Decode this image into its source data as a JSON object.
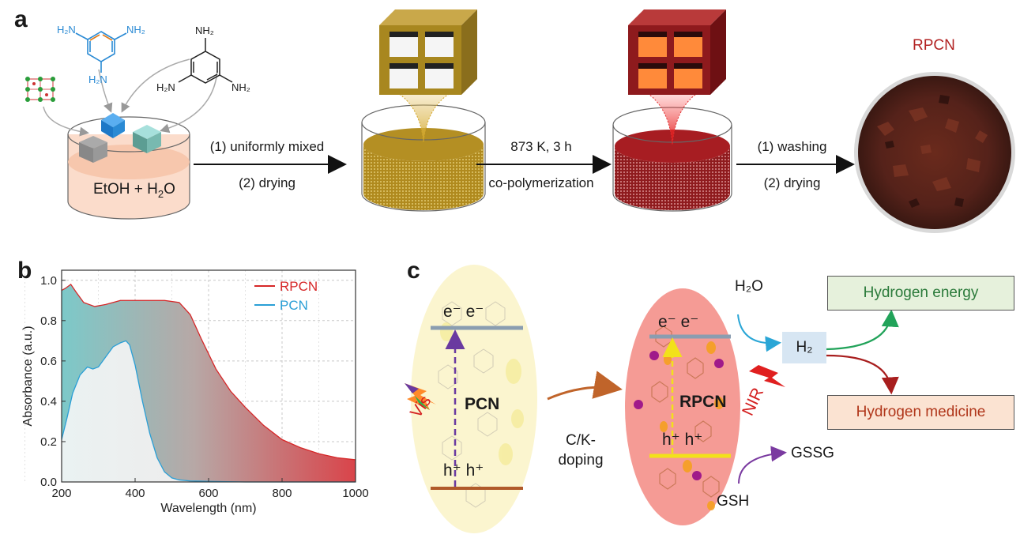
{
  "panel_a": {
    "letter": "a",
    "beaker1_label": "EtOH + H",
    "beaker1_sub": "2",
    "beaker1_tail": "O",
    "mol1": {
      "h2n_left": "H₂N",
      "nh2_right": "NH₂",
      "h2n_bottom": "H₂N"
    },
    "mol2": {
      "nh2_top": "NH₂",
      "h2n_left": "H₂N",
      "nh2_right": "NH₂"
    },
    "arrow1_top": "(1) uniformly mixed",
    "arrow1_bottom": "(2) drying",
    "arrow2_top": "873 K, 3 h",
    "arrow2_bottom": "co-polymerization",
    "arrow3_top": "(1) washing",
    "arrow3_bottom": "(2) drying",
    "product_label": "RPCN",
    "colors": {
      "product_label": "#b22222",
      "blue_mol": "#2a8ad4"
    }
  },
  "panel_b": {
    "letter": "b"
  },
  "chart_data": {
    "type": "area",
    "xlabel": "Wavelength (nm)",
    "ylabel": "Absorbance (a.u.)",
    "xlim": [
      200,
      1000
    ],
    "ylim": [
      0,
      1.05
    ],
    "xticks": [
      "200",
      "400",
      "600",
      "800",
      "1000"
    ],
    "yticks": [
      "0.0",
      "0.2",
      "0.4",
      "0.6",
      "0.8",
      "1.0"
    ],
    "grid": true,
    "legend_position": "top-right",
    "series": [
      {
        "name": "RPCN",
        "color": "#d62728",
        "x": [
          200,
          210,
          225,
          240,
          260,
          290,
          320,
          360,
          400,
          440,
          480,
          520,
          550,
          580,
          620,
          660,
          700,
          750,
          800,
          850,
          900,
          950,
          1000
        ],
        "y": [
          0.95,
          0.96,
          0.98,
          0.94,
          0.89,
          0.87,
          0.88,
          0.9,
          0.9,
          0.9,
          0.9,
          0.89,
          0.83,
          0.71,
          0.56,
          0.45,
          0.37,
          0.28,
          0.21,
          0.17,
          0.14,
          0.12,
          0.11
        ]
      },
      {
        "name": "PCN",
        "color": "#2a9fd6",
        "x": [
          200,
          215,
          230,
          250,
          270,
          285,
          300,
          320,
          340,
          360,
          375,
          385,
          400,
          420,
          440,
          460,
          480,
          500,
          520,
          550,
          600,
          700,
          800,
          900,
          1000
        ],
        "y": [
          0.21,
          0.32,
          0.44,
          0.53,
          0.57,
          0.56,
          0.57,
          0.62,
          0.67,
          0.69,
          0.7,
          0.68,
          0.58,
          0.4,
          0.24,
          0.12,
          0.05,
          0.02,
          0.01,
          0.005,
          0.003,
          0.0,
          0.0,
          0.0,
          0.0
        ]
      }
    ]
  },
  "panel_c": {
    "letter": "c",
    "pcn_electrons": "e⁻ e⁻",
    "pcn_holes": "h⁺ h⁺",
    "pcn_label": "PCN",
    "vis_label": "Vis",
    "doping_top": "C/K-",
    "doping_bottom": "doping",
    "rpcn_electrons": "e⁻ e⁻",
    "rpcn_holes": "h⁺ h⁺",
    "rpcn_label": "RPCN",
    "nir_label": "NIR",
    "h2o_label": "H₂O",
    "h2_label": "H₂",
    "gssg_label": "GSSG",
    "gsh_label": "GSH",
    "energy_box": "Hydrogen energy",
    "medicine_box": "Hydrogen medicine",
    "colors": {
      "energy_box_bg": "#e6f1dc",
      "medicine_box_bg": "#fbe3d2",
      "h2_box_bg": "#d7e6f3",
      "vis_red": "#d42020",
      "nir_red": "#d42020"
    }
  }
}
